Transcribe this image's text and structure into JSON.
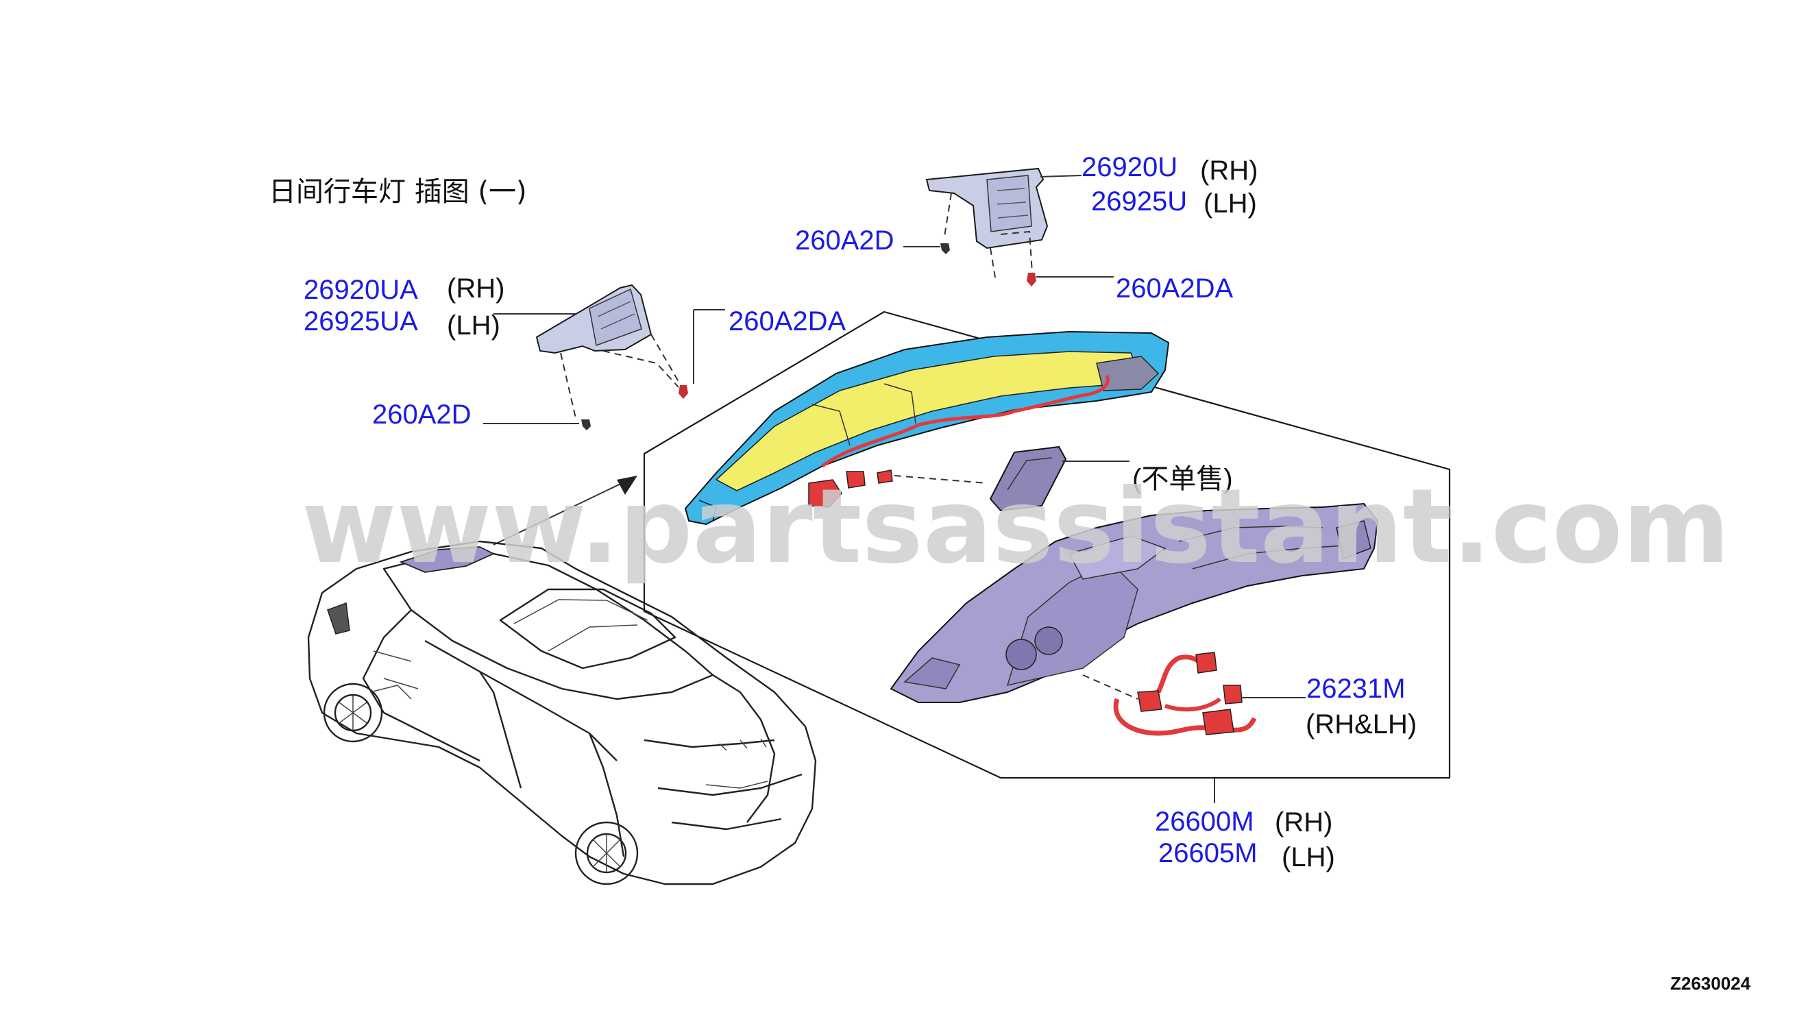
{
  "title": "日间行车灯 插图 (一)",
  "figure_code": "Z2630024",
  "watermark": "www.partsassistant.com",
  "labels": {
    "upper_bracket": {
      "part_rh": "26920U",
      "side_rh": "(RH)",
      "part_lh": "26925U",
      "side_lh": "(LH)"
    },
    "upper_bolt_left": {
      "part": "260A2D"
    },
    "upper_bolt_right": {
      "part": "260A2DA"
    },
    "left_bracket": {
      "part_rh": "26920UA",
      "side_rh": "(RH)",
      "part_lh": "26925UA",
      "side_lh": "(LH)"
    },
    "left_bolt_top": {
      "part": "260A2DA"
    },
    "left_bolt_bottom": {
      "part": "260A2D"
    },
    "module_note": "(不单售)",
    "harness": {
      "part": "26231M",
      "side": "(RH&LH)"
    },
    "lamp_assembly": {
      "part_rh": "26600M",
      "side_rh": "(RH)",
      "part_lh": "26605M",
      "side_lh": "(LH)"
    }
  },
  "colors": {
    "part_number": "#1a1ae6",
    "lamp_housing": "#3fb6e8",
    "lamp_lens": "#f2ee6a",
    "wiring": "#e23a3a",
    "lamp_body": "#9e95cc",
    "bracket": "#c9cde6",
    "watermark": "#d0d0d0"
  }
}
